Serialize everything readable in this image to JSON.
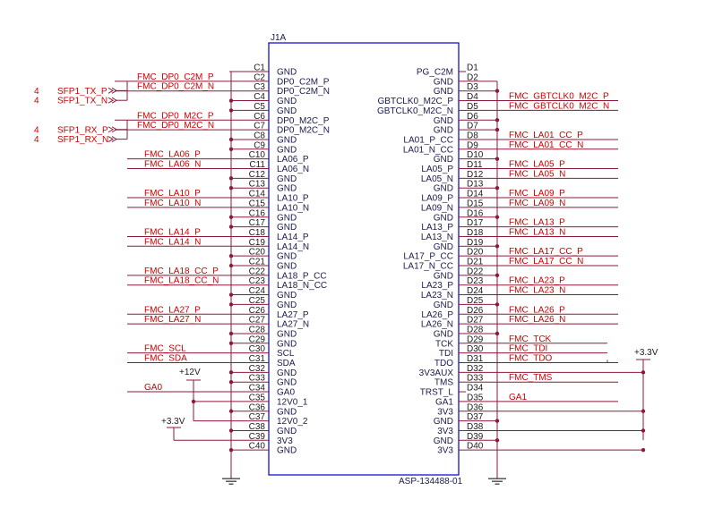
{
  "component": {
    "ref": "J1A",
    "part": "ASP-134488-01",
    "colors": {
      "body": "#0000cc",
      "wire": "#8b1a3a",
      "net": "#cc0000",
      "text": "#1a1a4d",
      "ground": "#000000"
    }
  },
  "left_pins": [
    {
      "num": "C1",
      "name": "GND",
      "net": ""
    },
    {
      "num": "C2",
      "name": "DP0_C2M_P",
      "net": "FMC_DP0_C2M_P"
    },
    {
      "num": "C3",
      "name": "DP0_C2M_N",
      "net": "FMC_DP0_C2M_N"
    },
    {
      "num": "C4",
      "name": "GND",
      "net": ""
    },
    {
      "num": "C5",
      "name": "GND",
      "net": ""
    },
    {
      "num": "C6",
      "name": "DP0_M2C_P",
      "net": "FMC_DP0_M2C_P"
    },
    {
      "num": "C7",
      "name": "DP0_M2C_N",
      "net": "FMC_DP0_M2C_N"
    },
    {
      "num": "C8",
      "name": "GND",
      "net": ""
    },
    {
      "num": "C9",
      "name": "GND",
      "net": ""
    },
    {
      "num": "C10",
      "name": "LA06_P",
      "net": "FMC_LA06_P"
    },
    {
      "num": "C11",
      "name": "LA06_N",
      "net": "FMC_LA06_N"
    },
    {
      "num": "C12",
      "name": "GND",
      "net": ""
    },
    {
      "num": "C13",
      "name": "GND",
      "net": ""
    },
    {
      "num": "C14",
      "name": "LA10_P",
      "net": "FMC_LA10_P"
    },
    {
      "num": "C15",
      "name": "LA10_N",
      "net": "FMC_LA10_N"
    },
    {
      "num": "C16",
      "name": "GND",
      "net": ""
    },
    {
      "num": "C17",
      "name": "GND",
      "net": ""
    },
    {
      "num": "C18",
      "name": "LA14_P",
      "net": "FMC_LA14_P"
    },
    {
      "num": "C19",
      "name": "LA14_N",
      "net": "FMC_LA14_N"
    },
    {
      "num": "C20",
      "name": "GND",
      "net": ""
    },
    {
      "num": "C21",
      "name": "GND",
      "net": ""
    },
    {
      "num": "C22",
      "name": "LA18_P_CC",
      "net": "FMC_LA18_CC_P"
    },
    {
      "num": "C23",
      "name": "LA18_N_CC",
      "net": "FMC_LA18_CC_N"
    },
    {
      "num": "C24",
      "name": "GND",
      "net": ""
    },
    {
      "num": "C25",
      "name": "GND",
      "net": ""
    },
    {
      "num": "C26",
      "name": "LA27_P",
      "net": "FMC_LA27_P"
    },
    {
      "num": "C27",
      "name": "LA27_N",
      "net": "FMC_LA27_N"
    },
    {
      "num": "C28",
      "name": "GND",
      "net": ""
    },
    {
      "num": "C29",
      "name": "GND",
      "net": ""
    },
    {
      "num": "C30",
      "name": "SCL",
      "net": "FMC_SCL"
    },
    {
      "num": "C31",
      "name": "SDA",
      "net": "FMC_SDA"
    },
    {
      "num": "C32",
      "name": "GND",
      "net": ""
    },
    {
      "num": "C33",
      "name": "GND",
      "net": ""
    },
    {
      "num": "C34",
      "name": "GA0",
      "net": "GA0"
    },
    {
      "num": "C35",
      "name": "12V0_1",
      "net": ""
    },
    {
      "num": "C36",
      "name": "GND",
      "net": ""
    },
    {
      "num": "C37",
      "name": "12V0_2",
      "net": ""
    },
    {
      "num": "C38",
      "name": "GND",
      "net": ""
    },
    {
      "num": "C39",
      "name": "3V3",
      "net": ""
    },
    {
      "num": "C40",
      "name": "GND",
      "net": ""
    }
  ],
  "right_pins": [
    {
      "num": "D1",
      "name": "PG_C2M",
      "net": ""
    },
    {
      "num": "D2",
      "name": "GND",
      "net": ""
    },
    {
      "num": "D3",
      "name": "GND",
      "net": ""
    },
    {
      "num": "D4",
      "name": "GBTCLK0_M2C_P",
      "net": "FMC_GBTCLK0_M2C_P"
    },
    {
      "num": "D5",
      "name": "GBTCLK0_M2C_N",
      "net": "FMC_GBTCLK0_M2C_N"
    },
    {
      "num": "D6",
      "name": "GND",
      "net": ""
    },
    {
      "num": "D7",
      "name": "GND",
      "net": ""
    },
    {
      "num": "D8",
      "name": "LA01_P_CC",
      "net": "FMC_LA01_CC_P"
    },
    {
      "num": "D9",
      "name": "LA01_N_CC",
      "net": "FMC_LA01_CC_N"
    },
    {
      "num": "D10",
      "name": "GND",
      "net": ""
    },
    {
      "num": "D11",
      "name": "LA05_P",
      "net": "FMC_LA05_P"
    },
    {
      "num": "D12",
      "name": "LA05_N",
      "net": "FMC_LA05_N"
    },
    {
      "num": "D13",
      "name": "GND",
      "net": ""
    },
    {
      "num": "D14",
      "name": "LA09_P",
      "net": "FMC_LA09_P"
    },
    {
      "num": "D15",
      "name": "LA09_N",
      "net": "FMC_LA09_N"
    },
    {
      "num": "D16",
      "name": "GND",
      "net": ""
    },
    {
      "num": "D17",
      "name": "LA13_P",
      "net": "FMC_LA13_P"
    },
    {
      "num": "D18",
      "name": "LA13_N",
      "net": "FMC_LA13_N"
    },
    {
      "num": "D19",
      "name": "GND",
      "net": ""
    },
    {
      "num": "D20",
      "name": "LA17_P_CC",
      "net": "FMC_LA17_CC_P"
    },
    {
      "num": "D21",
      "name": "LA17_N_CC",
      "net": "FMC_LA17_CC_N"
    },
    {
      "num": "D22",
      "name": "GND",
      "net": ""
    },
    {
      "num": "D23",
      "name": "LA23_P",
      "net": "FMC_LA23_P"
    },
    {
      "num": "D24",
      "name": "LA23_N",
      "net": "FMC_LA23_N"
    },
    {
      "num": "D25",
      "name": "GND",
      "net": ""
    },
    {
      "num": "D26",
      "name": "LA26_P",
      "net": "FMC_LA26_P"
    },
    {
      "num": "D27",
      "name": "LA26_N",
      "net": "FMC_LA26_N"
    },
    {
      "num": "D28",
      "name": "GND",
      "net": ""
    },
    {
      "num": "D29",
      "name": "TCK",
      "net": "FMC_TCK"
    },
    {
      "num": "D30",
      "name": "TDI",
      "net": "FMC_TDI"
    },
    {
      "num": "D31",
      "name": "TDO",
      "net": "FMC_TDO"
    },
    {
      "num": "D32",
      "name": "3V3AUX",
      "net": ""
    },
    {
      "num": "D33",
      "name": "TMS",
      "net": "FMC_TMS"
    },
    {
      "num": "D34",
      "name": "TRST_L",
      "net": ""
    },
    {
      "num": "D35",
      "name": "GA1",
      "net": "GA1"
    },
    {
      "num": "D36",
      "name": "3V3",
      "net": ""
    },
    {
      "num": "D37",
      "name": "GND",
      "net": ""
    },
    {
      "num": "D38",
      "name": "3V3",
      "net": ""
    },
    {
      "num": "D39",
      "name": "GND",
      "net": ""
    },
    {
      "num": "D40",
      "name": "3V3",
      "net": ""
    }
  ],
  "offpage": [
    {
      "sheet": "4",
      "name": "SFP1_TX_P",
      "pin": "C2"
    },
    {
      "sheet": "4",
      "name": "SFP1_TX_N",
      "pin": "C3"
    },
    {
      "sheet": "4",
      "name": "SFP1_RX_P",
      "pin": "C6"
    },
    {
      "sheet": "4",
      "name": "SFP1_RX_N",
      "pin": "C7"
    }
  ],
  "power": {
    "p12v": "+12V",
    "p3v3_left": "+3.3V",
    "p3v3_right": "+3.3V"
  }
}
